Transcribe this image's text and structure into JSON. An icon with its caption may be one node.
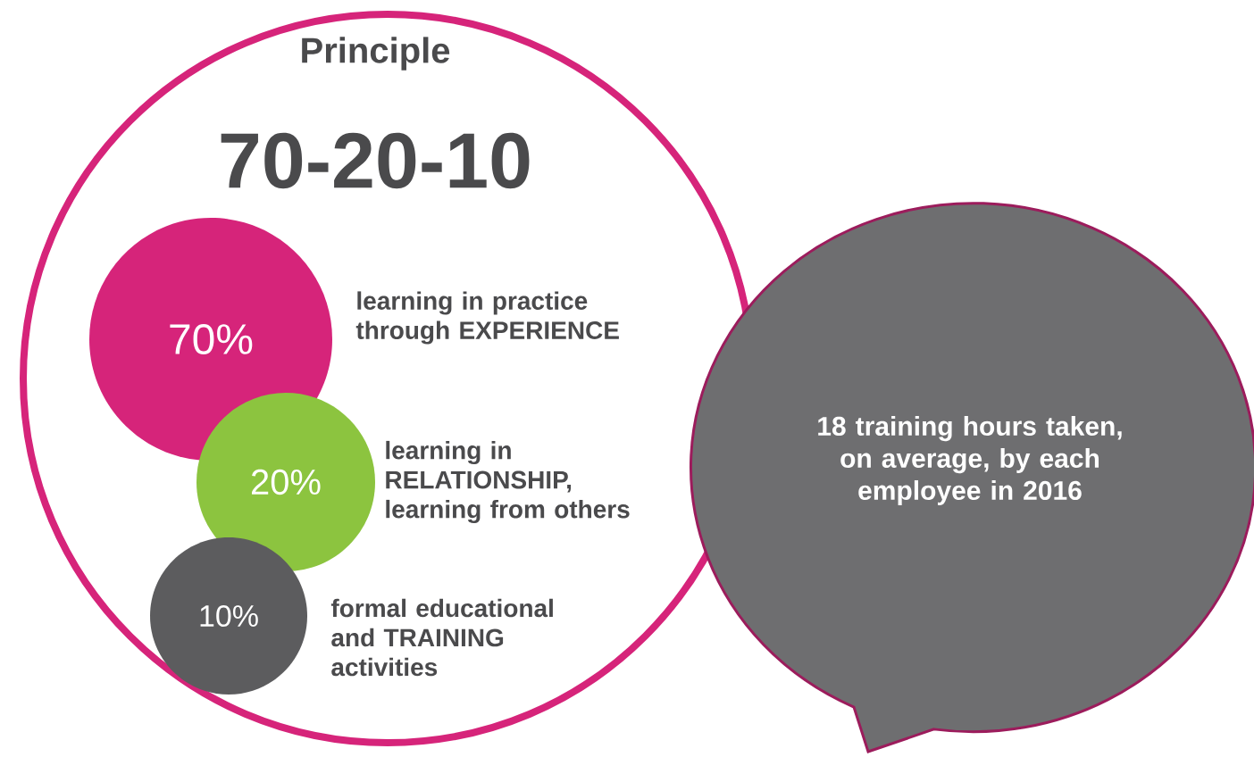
{
  "diagram": {
    "nodes": [
      {
        "text": [
          "Principle",
          "70-20-10"
        ]
      },
      {
        "text": [
          "70%"
        ],
        "in": 0,
        "beside": [
          "learning in practice through EXPERIENCE"
        ]
      },
      {
        "text": [
          "20%"
        ],
        "in": 0,
        "beside": [
          "learning in RELATIONSHIP, learning from others"
        ]
      },
      {
        "text": [
          "10%"
        ],
        "in": 0,
        "beside": [
          "formal educational and TRAINING activities"
        ]
      },
      {
        "text": [
          "18 training hours taken, on average, by each employee in 2016"
        ]
      }
    ]
  }
}
